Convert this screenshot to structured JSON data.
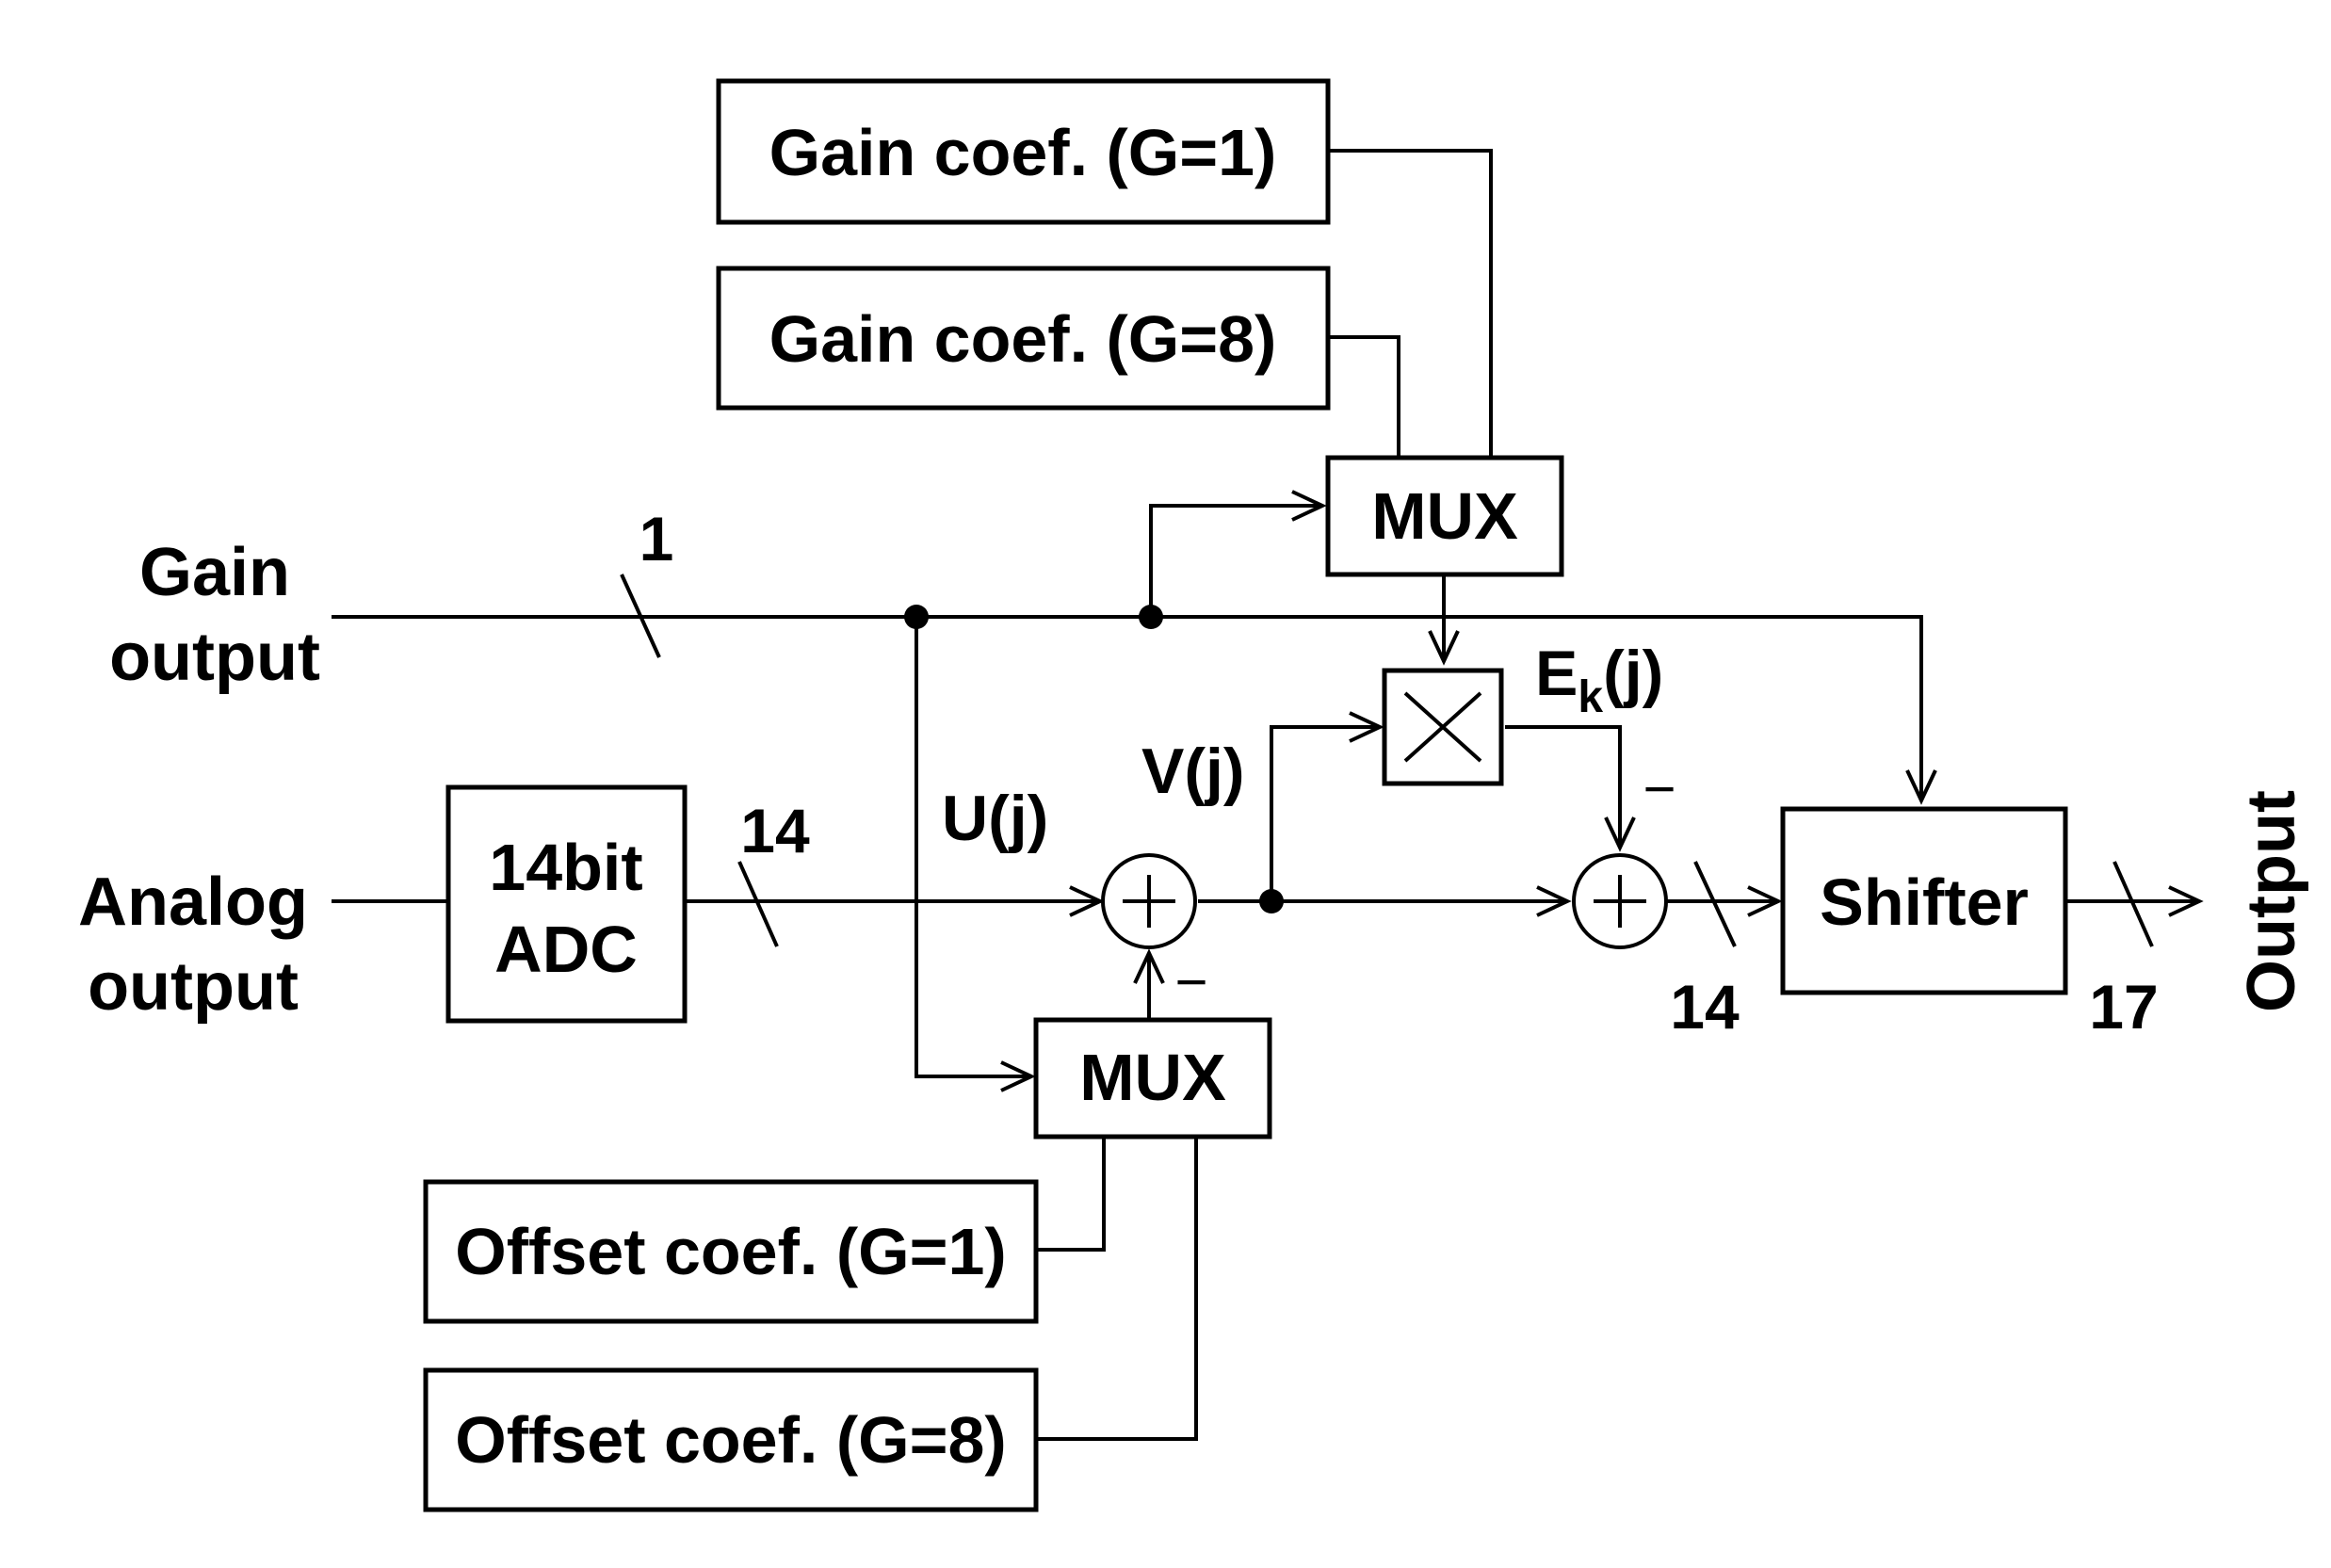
{
  "blocks": {
    "gain_coef_g1": "Gain coef. (G=1)",
    "gain_coef_g8": "Gain coef. (G=8)",
    "mux_top": "MUX",
    "mux_bottom": "MUX",
    "adc_line1": "14bit",
    "adc_line2": "ADC",
    "shifter": "Shifter",
    "offset_coef_g1": "Offset coef. (G=1)",
    "offset_coef_g8": "Offset coef. (G=8)"
  },
  "inputs": {
    "gain_output_line1": "Gain",
    "gain_output_line2": "output",
    "analog_output_line1": "Analog",
    "analog_output_line2": "output"
  },
  "output_label": "Output",
  "signals": {
    "u": "U(j)",
    "v": "V(j)",
    "e_base": "E",
    "e_sub": "k",
    "e_tail": "(j)"
  },
  "bus_widths": {
    "gain_bus": "1",
    "adc_bus": "14",
    "adder_bus": "14",
    "output_bus": "17"
  },
  "signs": {
    "adder1_minus": "−",
    "adder2_minus": "−"
  }
}
